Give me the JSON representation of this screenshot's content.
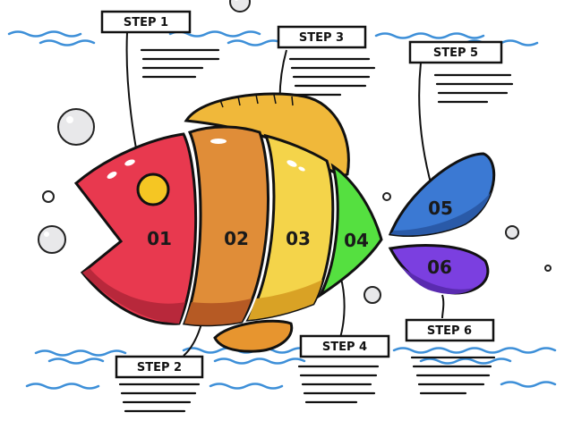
{
  "colors": {
    "segment_01": "#e8394f",
    "segment_02": "#e08d38",
    "segment_03": "#f4d44a",
    "segment_04": "#55e040",
    "fin_05": "#3b79d3",
    "fin_06": "#7b3fe0",
    "top_fin": "#f0b83a",
    "eye": "#f5c623",
    "water": "#3d8fd8",
    "outline": "#111111"
  },
  "steps": [
    {
      "label": "STEP 1",
      "number": "01"
    },
    {
      "label": "STEP 2",
      "number": "02"
    },
    {
      "label": "STEP 3",
      "number": "03"
    },
    {
      "label": "STEP 4",
      "number": "04"
    },
    {
      "label": "STEP 5",
      "number": "05"
    },
    {
      "label": "STEP 6",
      "number": "06"
    }
  ]
}
